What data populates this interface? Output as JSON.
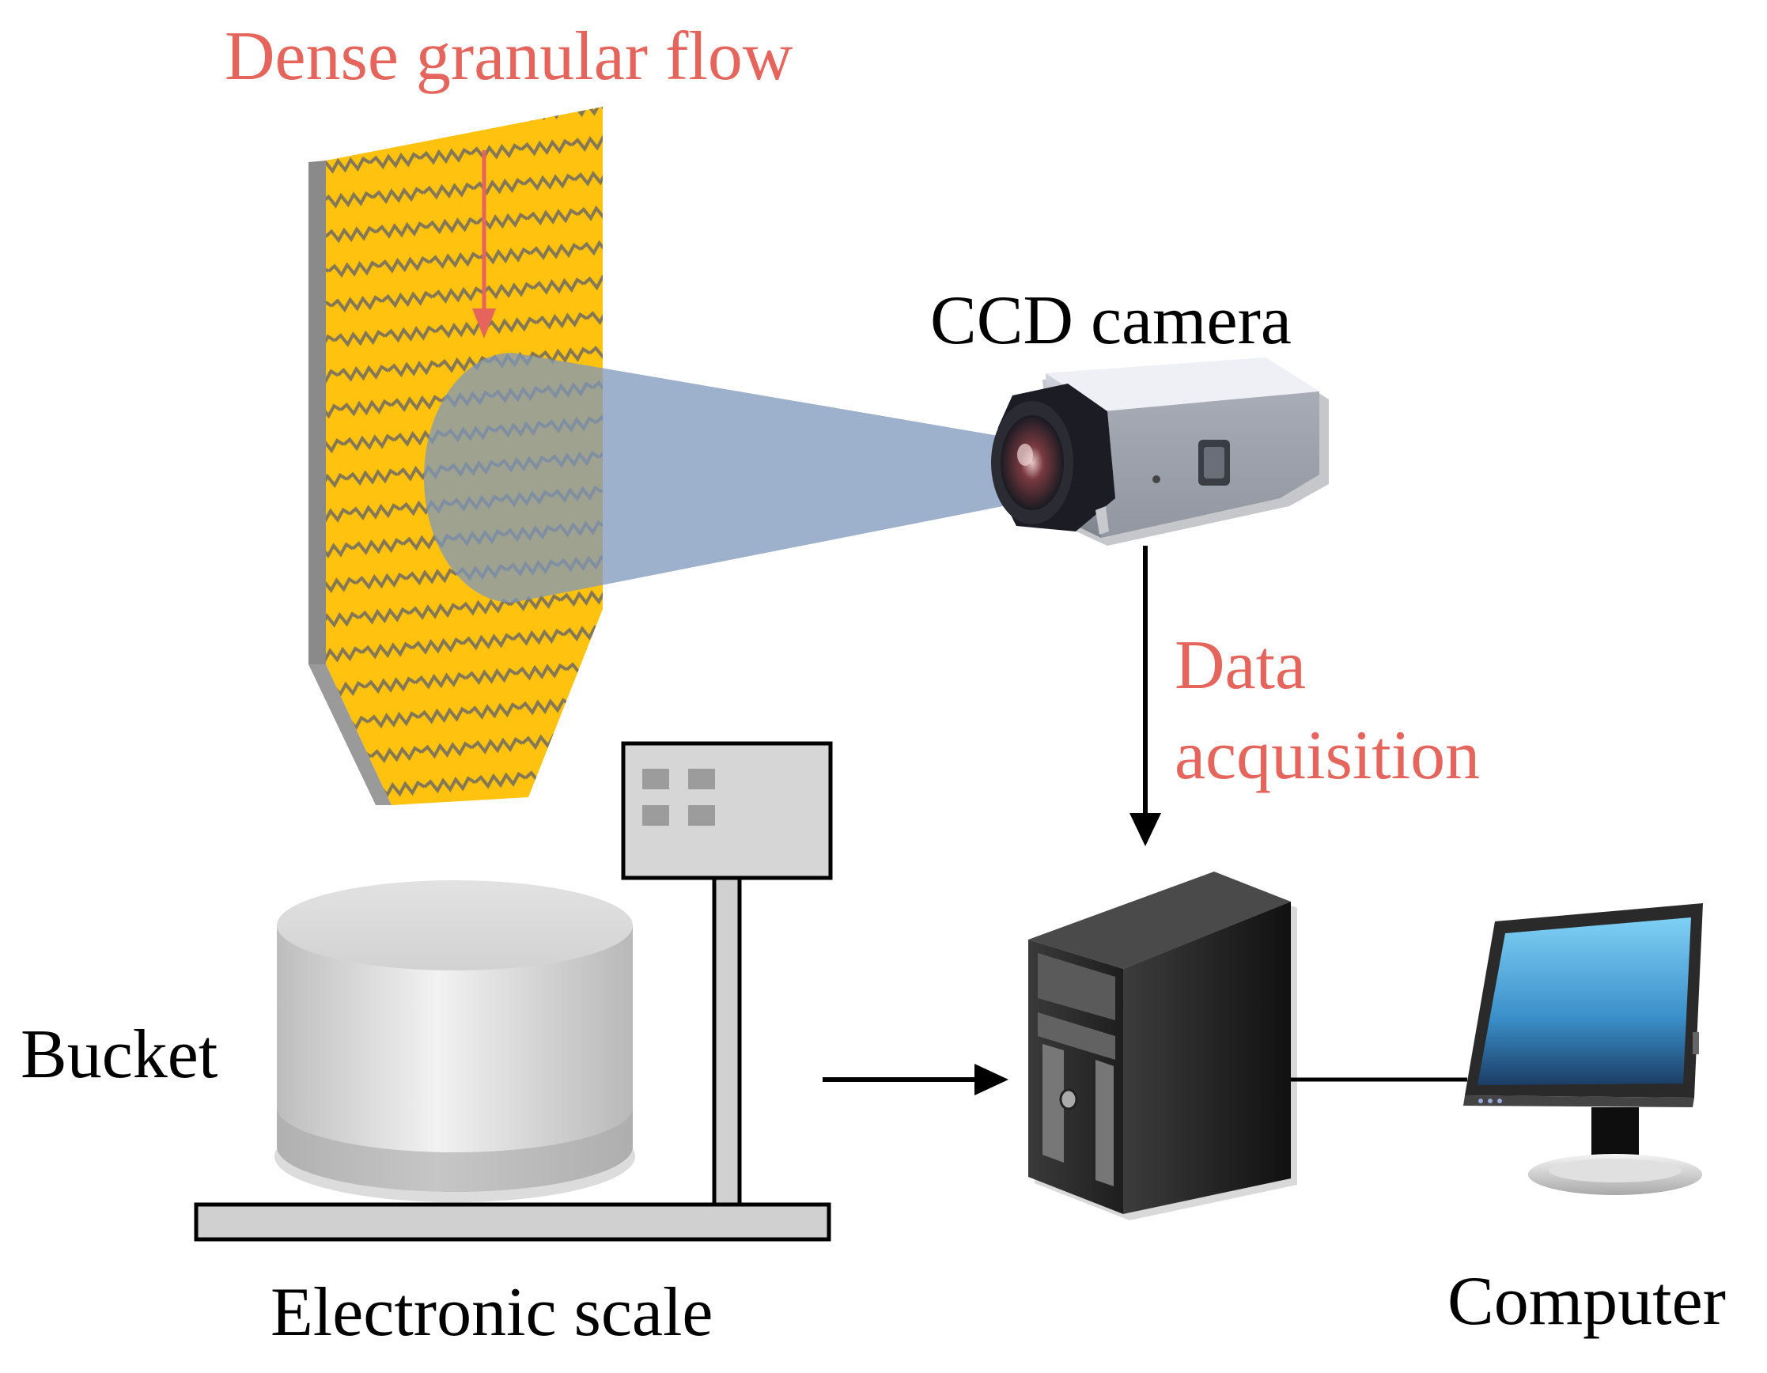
{
  "labels": {
    "flow": "Dense granular flow",
    "camera": "CCD camera",
    "data_line1": "Data",
    "data_line2": "acquisition",
    "bucket": "Bucket",
    "scale": "Electronic scale",
    "computer": "Computer"
  },
  "colors": {
    "accent_red": "#e5655c",
    "silo_yellow": "#ffc20e",
    "silo_stripe": "#6e6a62",
    "beam_blue": "#8fa6c4",
    "line_black": "#000000"
  },
  "icons": [
    "silo",
    "ccd-camera",
    "bucket",
    "electronic-scale",
    "pc-tower",
    "monitor"
  ]
}
